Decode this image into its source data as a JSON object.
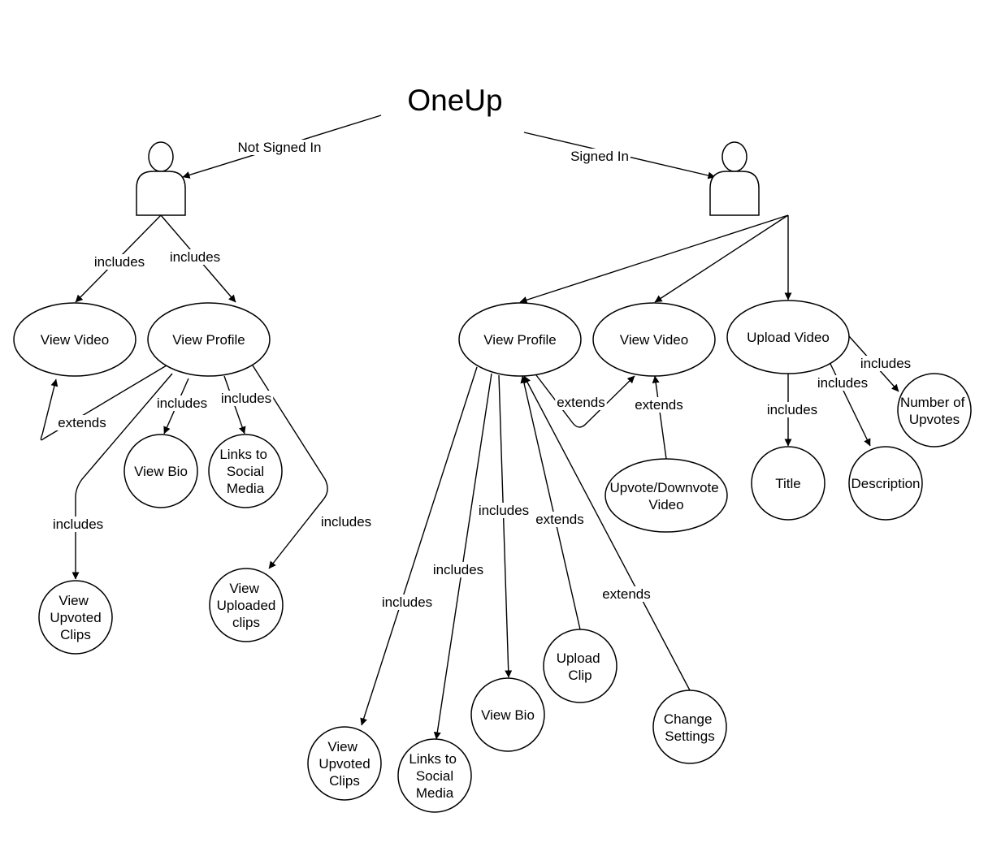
{
  "diagram": {
    "title": "OneUp",
    "actors": [
      {
        "id": "actor_guest"
      },
      {
        "id": "actor_user"
      }
    ],
    "nodes": [
      {
        "id": "l_view_video",
        "text": "View Video"
      },
      {
        "id": "l_view_profile",
        "text": "View Profile"
      },
      {
        "id": "l_view_bio",
        "text": "View Bio"
      },
      {
        "id": "l_links_social",
        "text": "Links to Social Media"
      },
      {
        "id": "l_upvoted_clips",
        "text": "View Upvoted Clips"
      },
      {
        "id": "l_uploaded_clips",
        "text": "View Uploaded clips"
      },
      {
        "id": "r_view_profile",
        "text": "View Profile"
      },
      {
        "id": "r_view_video",
        "text": "View Video"
      },
      {
        "id": "r_upload_video",
        "text": "Upload Video"
      },
      {
        "id": "r_upvote_downvote",
        "text": "Upvote/Downvote Video"
      },
      {
        "id": "r_title",
        "text": "Title"
      },
      {
        "id": "r_description",
        "text": "Description"
      },
      {
        "id": "r_num_upvotes",
        "text": "Number of Upvotes"
      },
      {
        "id": "r_upvoted_clips",
        "text": "View Upvoted Clips"
      },
      {
        "id": "r_links_social",
        "text": "Links to Social Media"
      },
      {
        "id": "r_view_bio",
        "text": "View Bio"
      },
      {
        "id": "r_upload_clip",
        "text": "Upload Clip"
      },
      {
        "id": "r_change_settings",
        "text": "Change Settings"
      }
    ],
    "edges": [
      {
        "id": "e_not_signed_in",
        "from": "title",
        "to": "actor_guest",
        "label": "Not Signed In"
      },
      {
        "id": "e_signed_in",
        "from": "title",
        "to": "actor_user",
        "label": "Signed In"
      },
      {
        "id": "e_l1",
        "from": "actor_guest",
        "to": "l_view_video",
        "label": "includes"
      },
      {
        "id": "e_l2",
        "from": "actor_guest",
        "to": "l_view_profile",
        "label": "includes"
      },
      {
        "id": "e_l3",
        "from": "l_view_profile",
        "to": "l_view_video",
        "label": "extends"
      },
      {
        "id": "e_l4",
        "from": "l_view_profile",
        "to": "l_view_bio",
        "label": "includes"
      },
      {
        "id": "e_l5",
        "from": "l_view_profile",
        "to": "l_links_social",
        "label": "includes"
      },
      {
        "id": "e_l6",
        "from": "l_view_profile",
        "to": "l_upvoted_clips",
        "label": "includes"
      },
      {
        "id": "e_l7",
        "from": "l_view_profile",
        "to": "l_uploaded_clips",
        "label": "includes"
      },
      {
        "id": "e_r1",
        "from": "actor_user",
        "to": "r_view_profile",
        "label": ""
      },
      {
        "id": "e_r2",
        "from": "actor_user",
        "to": "r_view_video",
        "label": ""
      },
      {
        "id": "e_r3",
        "from": "actor_user",
        "to": "r_upload_video",
        "label": ""
      },
      {
        "id": "e_r4",
        "from": "r_view_profile",
        "to": "r_view_video",
        "label": "extends"
      },
      {
        "id": "e_r5",
        "from": "r_upvote_downvote",
        "to": "r_view_video",
        "label": "extends"
      },
      {
        "id": "e_r6",
        "from": "r_upload_video",
        "to": "r_title",
        "label": "includes"
      },
      {
        "id": "e_r7",
        "from": "r_upload_video",
        "to": "r_description",
        "label": "includes"
      },
      {
        "id": "e_r8",
        "from": "r_upload_video",
        "to": "r_num_upvotes",
        "label": "includes"
      },
      {
        "id": "e_r9",
        "from": "r_view_profile",
        "to": "r_upvoted_clips",
        "label": "includes"
      },
      {
        "id": "e_r10",
        "from": "r_view_profile",
        "to": "r_links_social",
        "label": "includes"
      },
      {
        "id": "e_r11",
        "from": "r_view_profile",
        "to": "r_view_bio",
        "label": "includes"
      },
      {
        "id": "e_r12",
        "from": "r_upload_clip",
        "to": "r_view_profile",
        "label": "extends"
      },
      {
        "id": "e_r13",
        "from": "r_change_settings",
        "to": "r_view_profile",
        "label": "extends"
      }
    ]
  }
}
